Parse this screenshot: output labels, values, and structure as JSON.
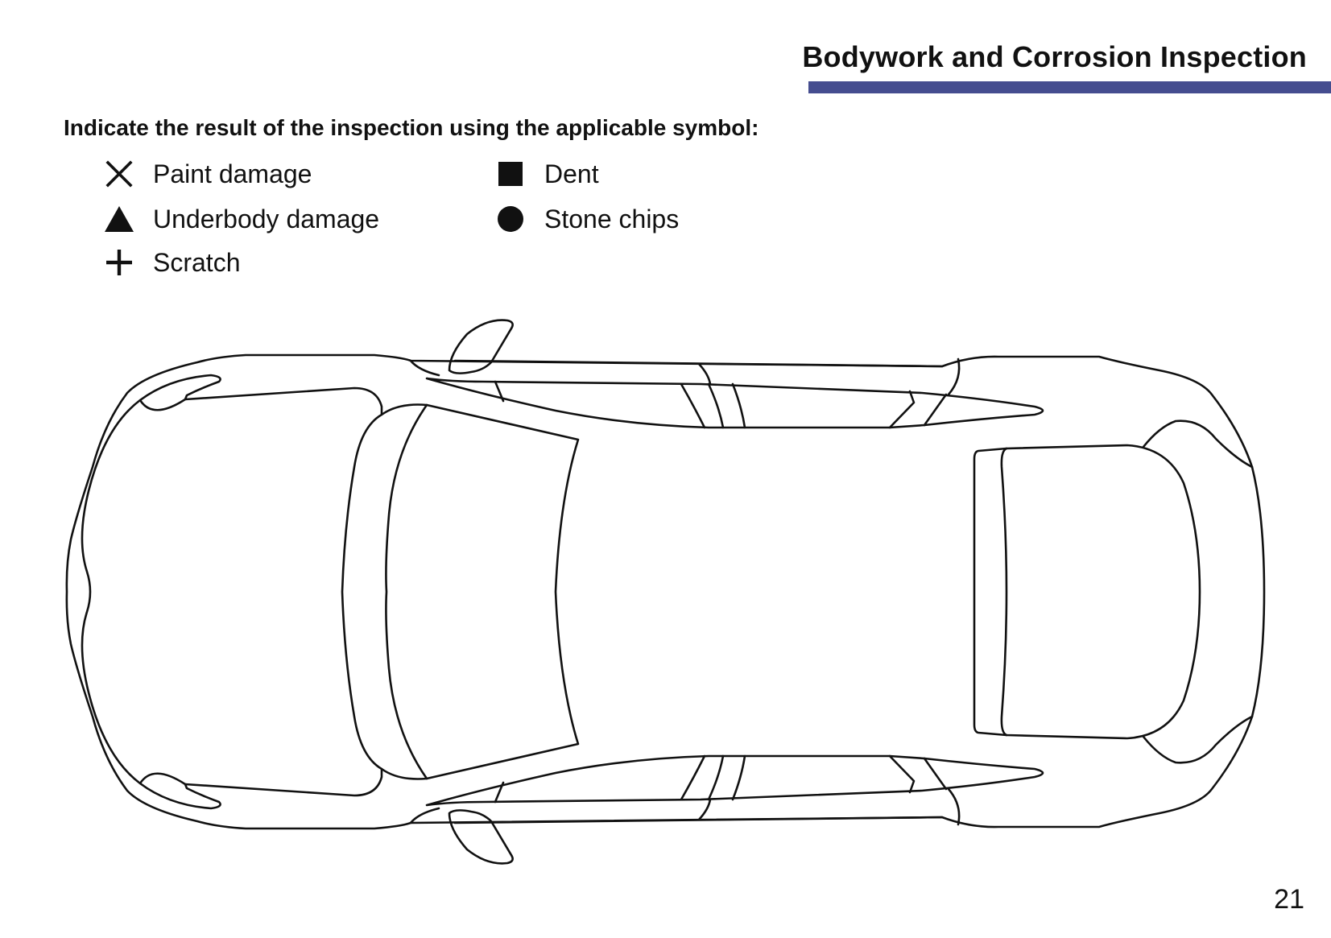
{
  "header": {
    "title": "Bodywork and Corrosion Inspection",
    "accent_color": "#454d8f"
  },
  "instruction": "Indicate the result of the inspection using the applicable symbol:",
  "legend": [
    {
      "symbol": "x-cross-icon",
      "label": "Paint damage"
    },
    {
      "symbol": "triangle-icon",
      "label": "Underbody damage"
    },
    {
      "symbol": "plus-icon",
      "label": "Scratch"
    },
    {
      "symbol": "square-icon",
      "label": "Dent"
    },
    {
      "symbol": "circle-icon",
      "label": "Stone chips"
    }
  ],
  "diagram": {
    "subject": "car-top-view-outline"
  },
  "page_number": "21"
}
